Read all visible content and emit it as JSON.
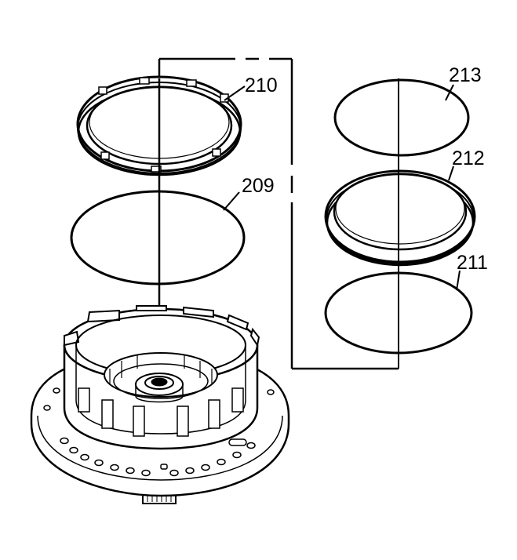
{
  "callouts": {
    "c209": "209",
    "c210": "210",
    "c211": "211",
    "c212": "212",
    "c213": "213"
  }
}
